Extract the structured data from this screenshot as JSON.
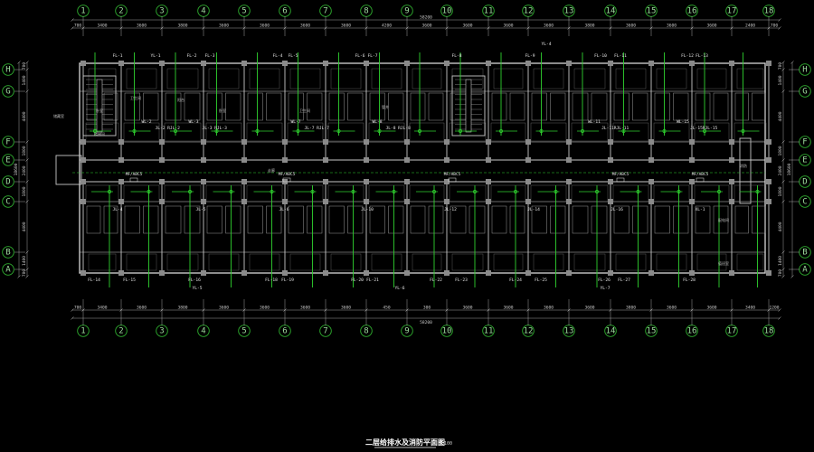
{
  "title": "二层给排水及消防平面图",
  "scale": "1:100",
  "axes_numbers": [
    "1",
    "2",
    "3",
    "4",
    "5",
    "6",
    "7",
    "8",
    "9",
    "10",
    "11",
    "12",
    "13",
    "14",
    "15",
    "16",
    "17",
    "18"
  ],
  "axes_letters": [
    "H",
    "G",
    "F",
    "E",
    "D",
    "C",
    "B",
    "A"
  ],
  "top_dims": [
    "700",
    "3400",
    "3600",
    "3800",
    "3600",
    "3600",
    "3600",
    "3600",
    "4200",
    "3600",
    "3600",
    "3600",
    "3600",
    "3800",
    "3600",
    "3600",
    "3600",
    "2400",
    "700"
  ],
  "bottom_dims": [
    "700",
    "3400",
    "3600",
    "3800",
    "3600",
    "3600",
    "3600",
    "3600",
    "450",
    "300",
    "3600",
    "3600",
    "3600",
    "3600",
    "3800",
    "3600",
    "3600",
    "3400",
    "1200"
  ],
  "overall_top": "58200",
  "overall_bottom": "58200",
  "left_dims": [
    "700",
    "1400",
    "4400",
    "1800",
    "2400",
    "1800",
    "4400",
    "1400",
    "700"
  ],
  "right_dims": [
    "700",
    "1400",
    "4400",
    "1800",
    "2400",
    "1800",
    "4400",
    "1400",
    "700"
  ],
  "left_overall": "18600",
  "right_overall": "18600",
  "room_labels": [
    "卧室",
    "卫生间",
    "阳台",
    "卧室",
    "卫生间",
    "管井",
    "楼梯间",
    "走廊",
    "配电间",
    "值班室",
    "储藏室",
    "消防"
  ],
  "risers_top": [
    "FL-1",
    "YL-1",
    "FL-2",
    "FL-3",
    "FL-4",
    "FL-5",
    "FL-6",
    "FL-7",
    "FL-8",
    "FL-9",
    "YL-4",
    "FL-10",
    "FL-11",
    "FL-12",
    "FL-13"
  ],
  "risers_mid": [
    "WL-2",
    "JL-2",
    "RJL-2",
    "WL-3",
    "JL-3",
    "RJL-3",
    "WL-7",
    "JL-7",
    "RJL-7",
    "WL-8",
    "JL-8",
    "RJL-8",
    "WL-11",
    "JL-11",
    "RJL-11",
    "WL-15",
    "JL-15",
    "RJL-15"
  ],
  "risers_low": [
    "JL-4",
    "JL-5",
    "JL-6",
    "JL-10",
    "JL-12",
    "JL-14",
    "JL-16",
    "XL-1"
  ],
  "risers_bottom": [
    "FL-14",
    "FL-15",
    "FL-16",
    "YL-5",
    "FL-18",
    "FL-19",
    "FL-20",
    "FL-21",
    "YL-6",
    "FL-22",
    "FL-23",
    "FL-24",
    "FL-25",
    "FL-26",
    "YL-7",
    "FL-27",
    "FL-28"
  ],
  "fire_cabinets": [
    "MF/ABC5",
    "MF/ABC5",
    "MF/ABC5",
    "MF/ABC5",
    "MF/ABC5"
  ],
  "colors": {
    "background": "#000000",
    "wall": "#c8c8c8",
    "pipe": "#2fd12f",
    "grid_bubble": "#2fae2f",
    "dim": "#c8c8c8"
  }
}
